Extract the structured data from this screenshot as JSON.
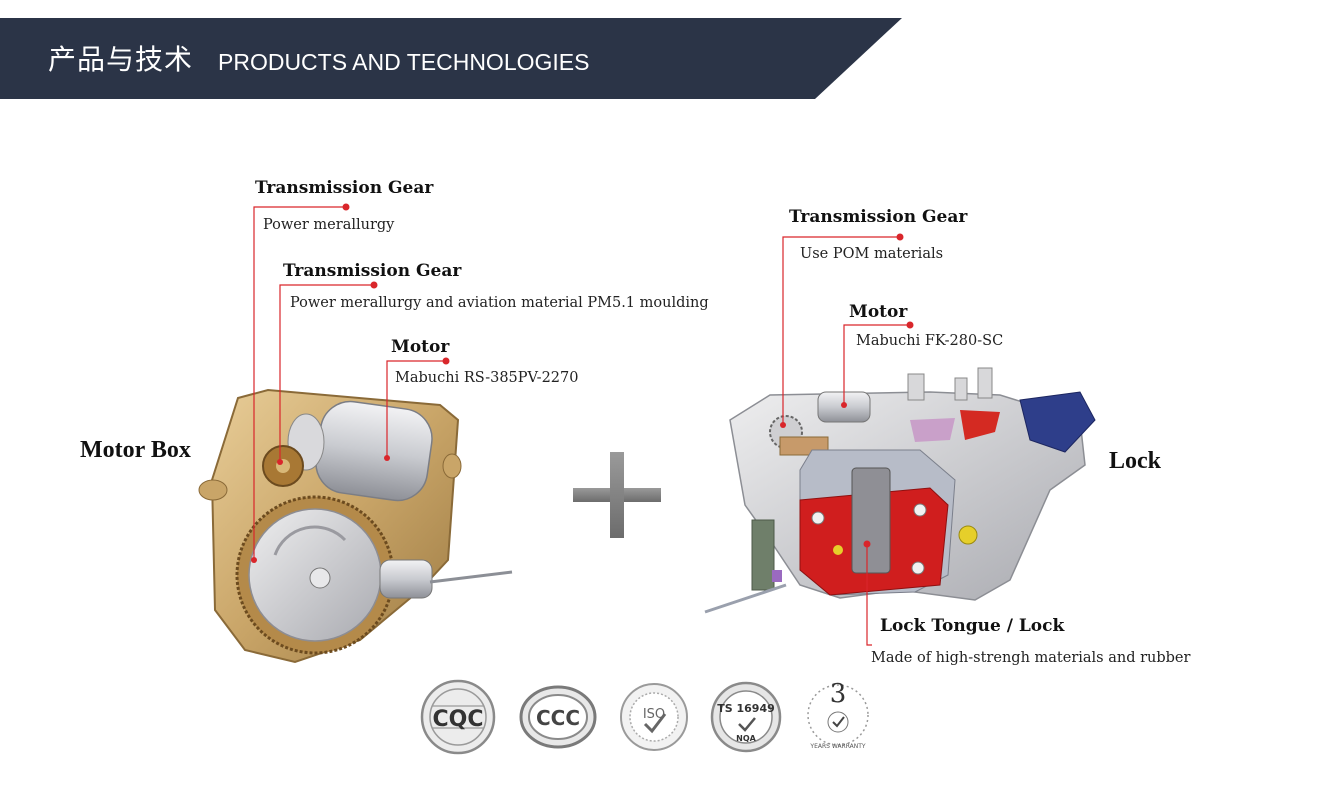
{
  "header": {
    "title_cn": "产品与技术",
    "title_en": "PRODUCTS AND TECHNOLOGIES",
    "bg_color": "#2b3447"
  },
  "motor_box": {
    "label": "Motor Box",
    "callouts": [
      {
        "title": "Transmission Gear",
        "desc": "Power merallurgy"
      },
      {
        "title": "Transmission Gear",
        "desc": "Power merallurgy and aviation material PM5.1 moulding"
      },
      {
        "title": "Motor",
        "desc": "Mabuchi RS-385PV-2270"
      }
    ]
  },
  "lock": {
    "label": "Lock",
    "callouts": [
      {
        "title": "Transmission Gear",
        "desc": "Use POM materials"
      },
      {
        "title": "Motor",
        "desc": "Mabuchi FK-280-SC"
      },
      {
        "title": "Lock Tongue / Lock",
        "desc": "Made of high-strengh materials and rubber"
      }
    ]
  },
  "callout_color": "#d9262b",
  "certifications": [
    {
      "name": "CQC",
      "text": "CQC"
    },
    {
      "name": "CCC",
      "text": "CCC"
    },
    {
      "name": "ISO",
      "text": "ISO"
    },
    {
      "name": "TS16949",
      "text": "TS 16949",
      "sub": "NQA"
    },
    {
      "name": "3-year-warranty",
      "text": "3",
      "sub": "YEARS WARRANTY"
    }
  ]
}
